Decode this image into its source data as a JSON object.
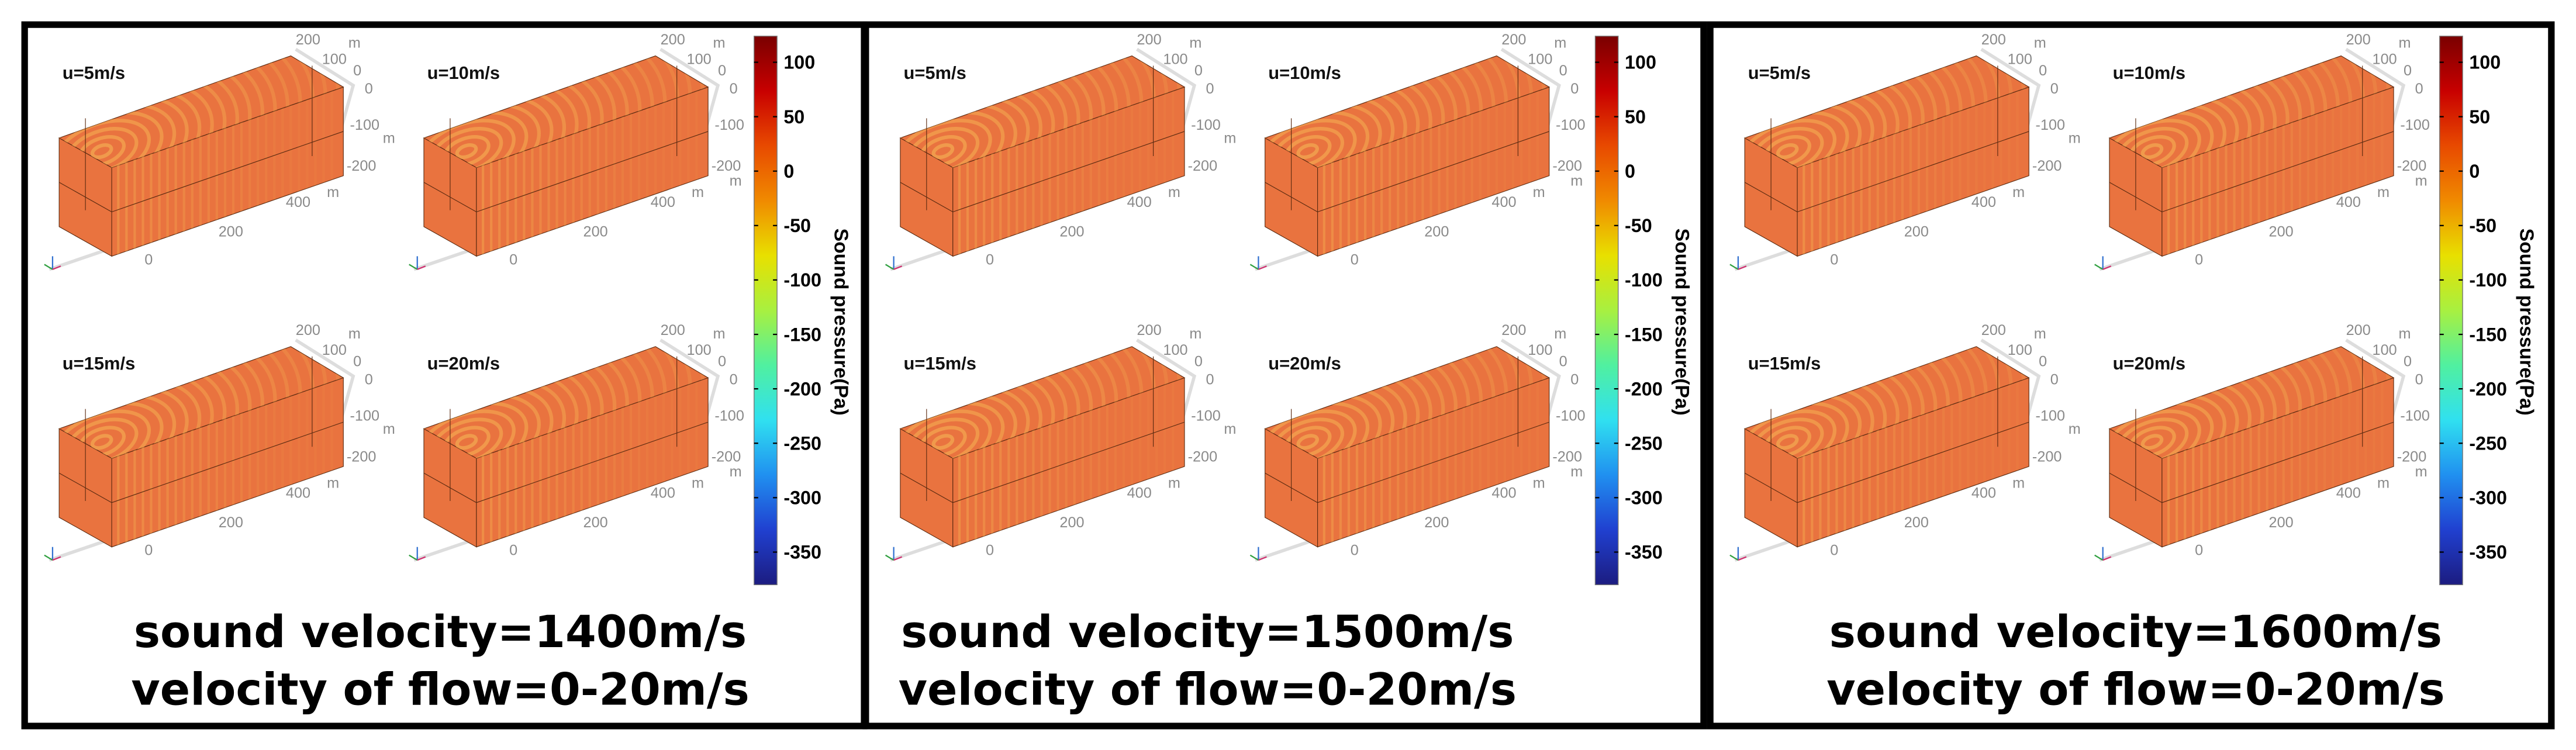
{
  "chart_data": {
    "type": "heatmap",
    "description_kind": "3D acoustic field panels",
    "panels": [
      {
        "captions": [
          "sound velocity=1400m/s",
          "velocity of flow=0-20m/s"
        ],
        "subplots": [
          "u=5m/s",
          "u=10m/s",
          "u=15m/s",
          "u=20m/s"
        ]
      },
      {
        "captions": [
          "sound velocity=1500m/s",
          "velocity of flow=0-20m/s"
        ],
        "subplots": [
          "u=5m/s",
          "u=10m/s",
          "u=15m/s",
          "u=20m/s"
        ]
      },
      {
        "captions": [
          "sound velocity=1600m/s",
          "velocity of flow=0-20m/s"
        ],
        "subplots": [
          "u=5m/s",
          "u=10m/s",
          "u=15m/s",
          "u=20m/s"
        ]
      }
    ],
    "axis_ticks": {
      "x": [
        "0",
        "200",
        "400"
      ],
      "x_unit": "m",
      "y": [
        "200",
        "100",
        "0"
      ],
      "y_unit": "m",
      "z": [
        "0",
        "-100",
        "-200"
      ],
      "z_unit": "m"
    },
    "colorbar": {
      "title": "Sound pressure(Pa)",
      "range": [
        -380,
        124
      ],
      "ticks": [
        "100",
        "50",
        "0",
        "-50",
        "-100",
        "-150",
        "-200",
        "-250",
        "-300",
        "-350"
      ],
      "tick_values": [
        100,
        50,
        0,
        -50,
        -100,
        -150,
        -200,
        -250,
        -300,
        -350
      ],
      "colormap": [
        "#7a0000",
        "#c80000",
        "#e84a00",
        "#f08a00",
        "#e8e000",
        "#a8f040",
        "#50f0a0",
        "#30e0f0",
        "#2090f0",
        "#2040d0",
        "#1c1c80"
      ]
    },
    "field_color": "#e9733f",
    "wave_color": "#f2a24e"
  }
}
